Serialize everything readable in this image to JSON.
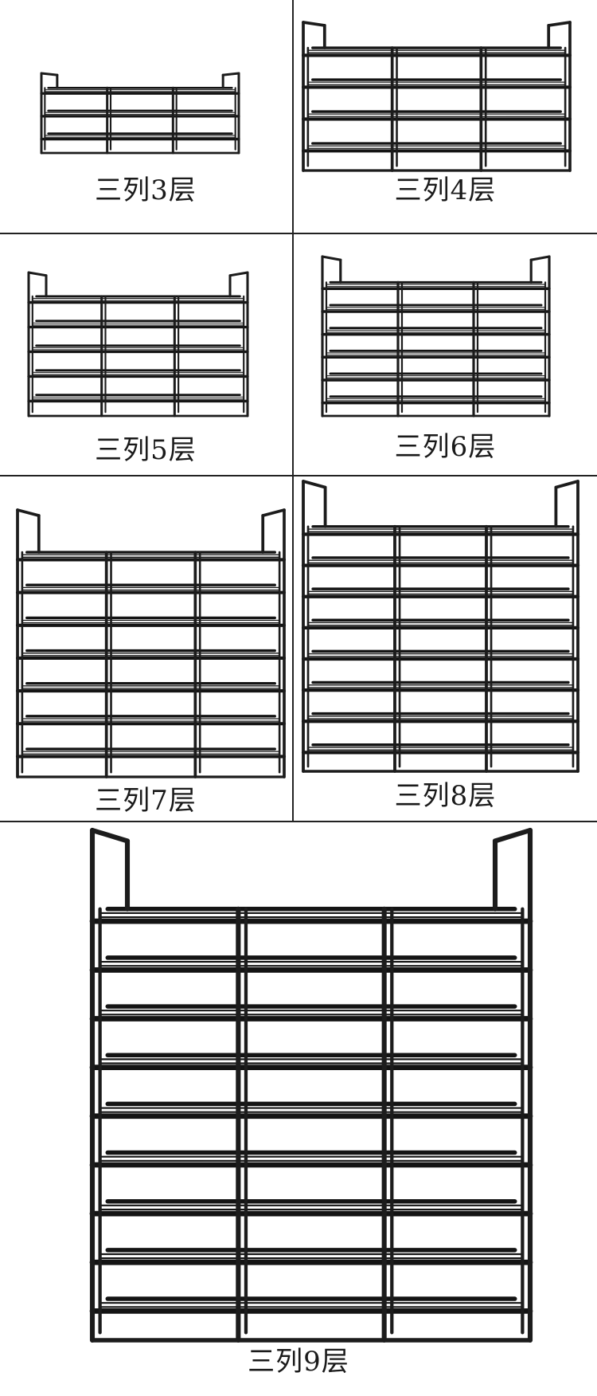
{
  "colors": {
    "frame": "#1c1c1c",
    "shelf": "#141414",
    "grid": "#222222",
    "background": "#ffffff"
  },
  "panels": [
    {
      "id": "3",
      "label": "三列3层",
      "columns": 3,
      "tiers": 3
    },
    {
      "id": "4",
      "label": "三列4层",
      "columns": 3,
      "tiers": 4
    },
    {
      "id": "5",
      "label": "三列5层",
      "columns": 3,
      "tiers": 5
    },
    {
      "id": "6",
      "label": "三列6层",
      "columns": 3,
      "tiers": 6
    },
    {
      "id": "7",
      "label": "三列7层",
      "columns": 3,
      "tiers": 7
    },
    {
      "id": "8",
      "label": "三列8层",
      "columns": 3,
      "tiers": 8
    },
    {
      "id": "9",
      "label": "三列9层",
      "columns": 3,
      "tiers": 9
    }
  ]
}
